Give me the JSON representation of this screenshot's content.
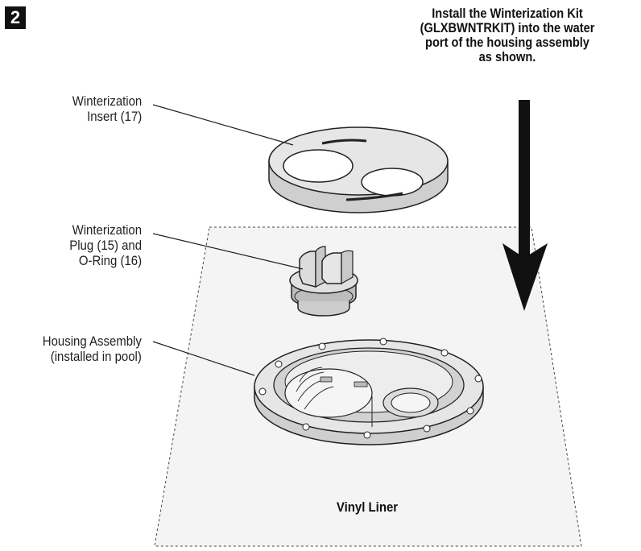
{
  "step": {
    "number": "2"
  },
  "instruction": {
    "lines": [
      "Install the Winterization Kit",
      "(GLXBWNTRKIT) into the water",
      "port of the housing assembly",
      "as shown."
    ]
  },
  "callouts": {
    "insert": {
      "lines": [
        "Winterization",
        "Insert (17)"
      ]
    },
    "plug": {
      "lines": [
        "Winterization",
        "Plug (15) and",
        "O-Ring (16)"
      ]
    },
    "housing": {
      "lines": [
        "Housing Assembly",
        "(installed in pool)"
      ]
    }
  },
  "liner": {
    "label": "Vinyl Liner"
  },
  "colors": {
    "ink": "#1a1a1a",
    "part_fill": "#e6e6e6",
    "part_shade": "#c8c8c8",
    "liner_fill": "#f4f4f4",
    "arrow": "#111111"
  }
}
